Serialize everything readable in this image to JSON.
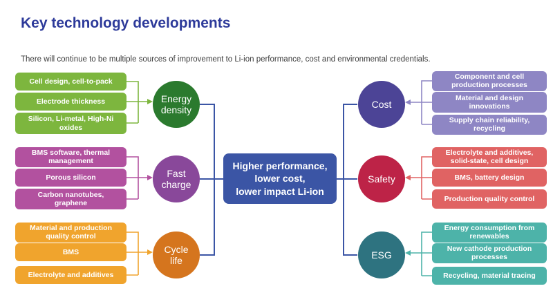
{
  "title": "Key technology developments",
  "subtitle": "There will continue to be multiple sources of improvement to Li-ion performance, cost and environmental credentials.",
  "center": {
    "label": "Higher performance,\nlower cost,\nlower impact Li-ion"
  },
  "groups": [
    {
      "name": "Energy\ndensity",
      "side": "left",
      "items": [
        "Cell design, cell-to-pack",
        "Electrode thickness",
        "Silicon, Li-metal, High-Ni\noxides"
      ],
      "colors": {
        "box": "#7db63e",
        "circle": "#2b7a2e"
      }
    },
    {
      "name": "Fast\ncharge",
      "side": "left",
      "items": [
        "BMS software, thermal\nmanagement",
        "Porous silicon",
        "Carbon nanotubes,\ngraphene"
      ],
      "colors": {
        "box": "#b2519f",
        "circle": "#89489a"
      }
    },
    {
      "name": "Cycle\nlife",
      "side": "left",
      "items": [
        "Material and production\nquality control",
        "BMS",
        "Electrolyte and additives"
      ],
      "colors": {
        "box": "#f0a42d",
        "circle": "#d5751e"
      }
    },
    {
      "name": "Cost",
      "side": "right",
      "items": [
        "Component and cell\nproduction processes",
        "Material and design\ninnovations",
        "Supply chain reliability,\nrecycling"
      ],
      "colors": {
        "box": "#8e86c4",
        "circle": "#4c4496"
      }
    },
    {
      "name": "Safety",
      "side": "right",
      "items": [
        "Electrolyte and additives,\nsolid-state, cell design",
        "BMS, battery design",
        "Production quality control"
      ],
      "colors": {
        "box": "#e06363",
        "circle": "#bd2347"
      }
    },
    {
      "name": "ESG",
      "side": "right",
      "items": [
        "Energy consumption from\nrenewables",
        "New cathode production\nprocesses",
        "Recycling, material tracing"
      ],
      "colors": {
        "box": "#4db3a9",
        "circle": "#2e7380"
      }
    }
  ],
  "colors": {
    "title_text": "#2d3a9a",
    "subtitle_text": "#3c3c3c",
    "center_box": "#3b55a5",
    "connector": "#3b55a5"
  }
}
